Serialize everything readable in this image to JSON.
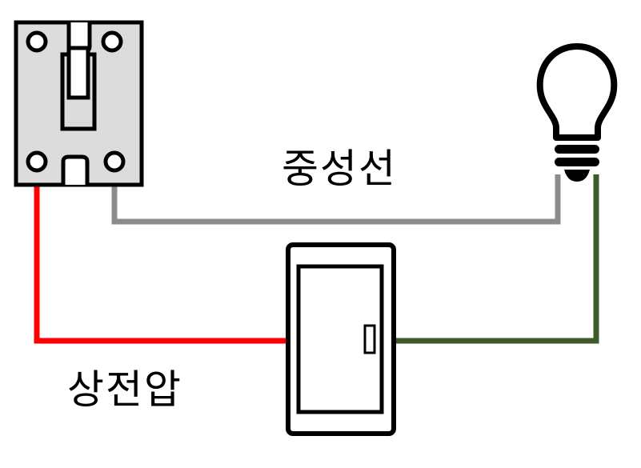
{
  "labels": {
    "neutral_wire": "중성선",
    "phase_voltage": "상전압"
  },
  "components": [
    "breaker-switch",
    "wall-switch",
    "light-bulb"
  ],
  "colors": {
    "phase_wire": "#ff0000",
    "neutral_wire": "#8c8c8c",
    "switched_wire": "#3c5a2a",
    "breaker_body": "#dcdcdc",
    "outline": "#000000"
  }
}
